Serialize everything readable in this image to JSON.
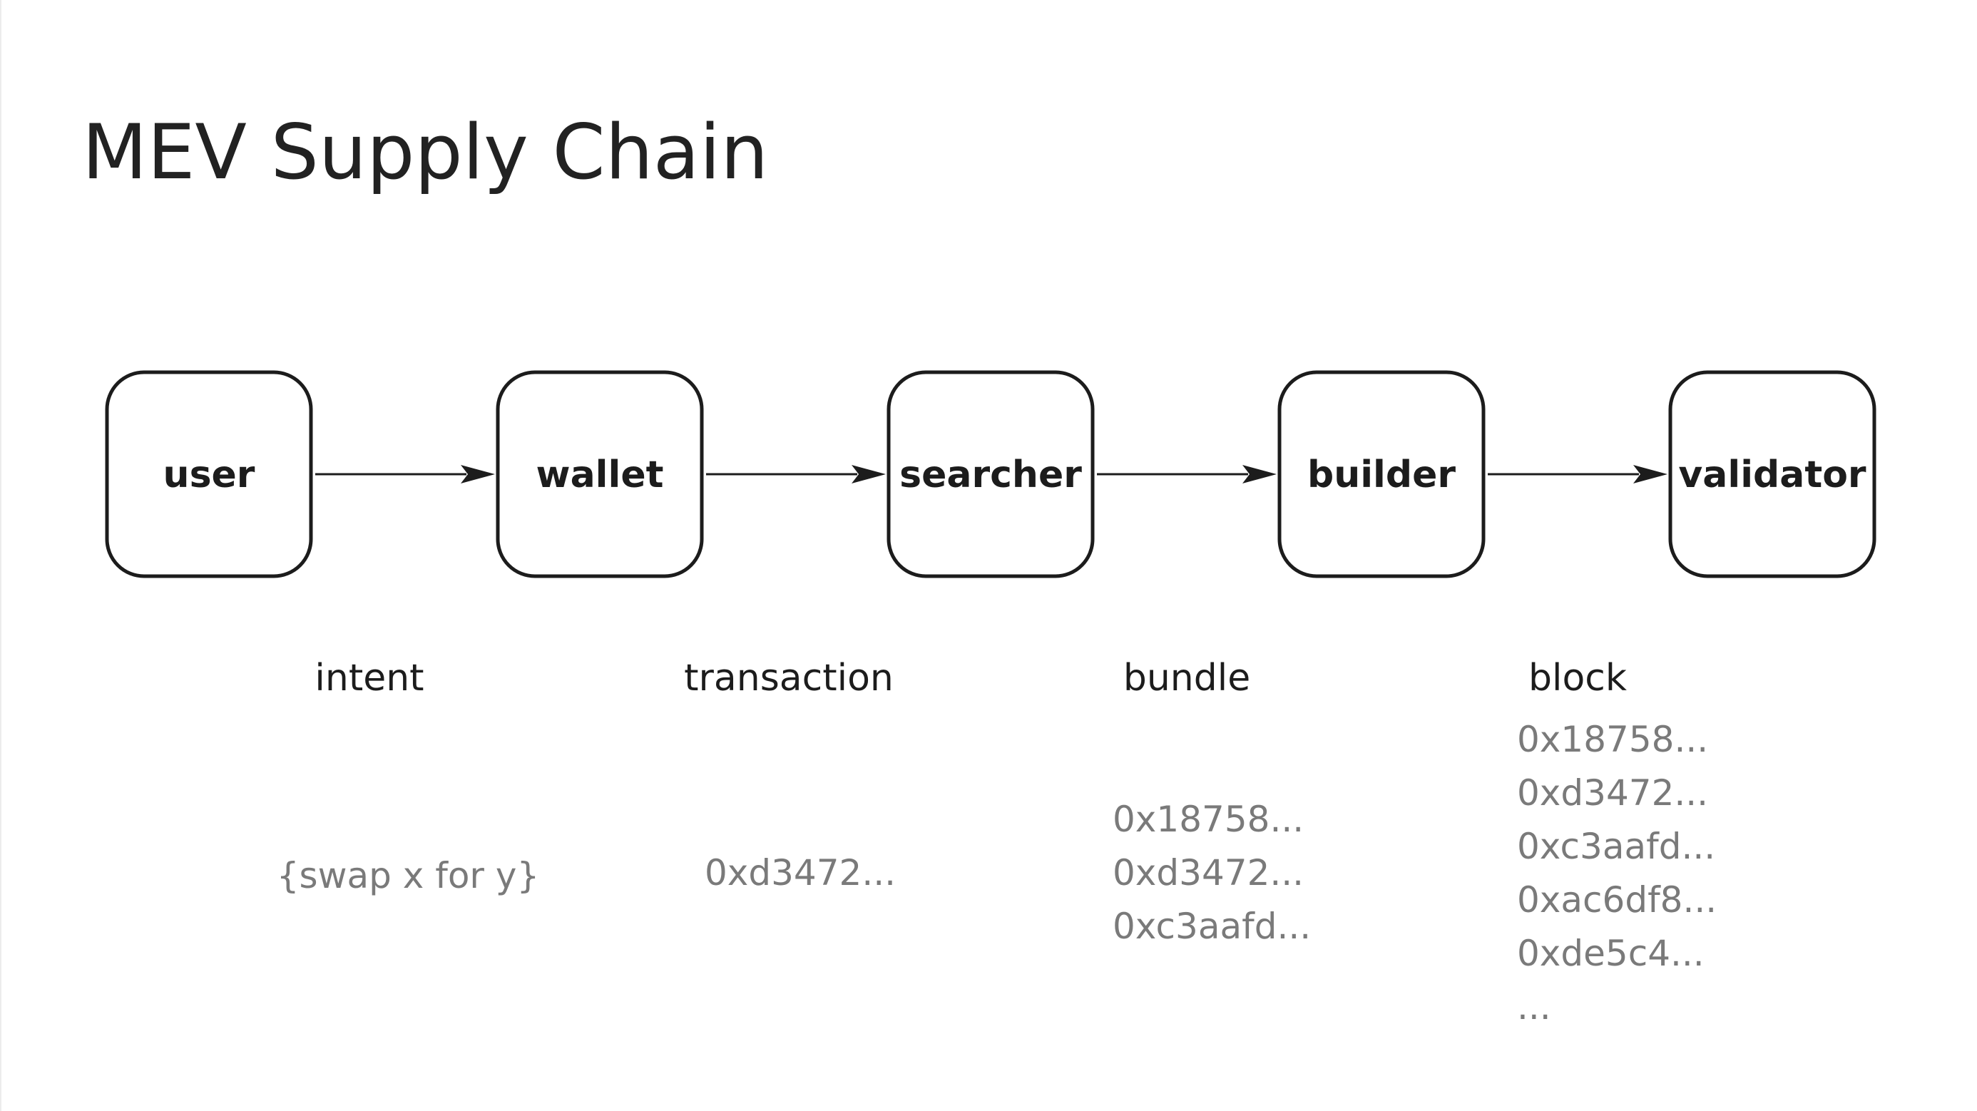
{
  "title": "MEV Supply Chain",
  "nodes": [
    {
      "id": "user",
      "label": "user"
    },
    {
      "id": "wallet",
      "label": "wallet"
    },
    {
      "id": "searcher",
      "label": "searcher"
    },
    {
      "id": "builder",
      "label": "builder"
    },
    {
      "id": "validator",
      "label": "validator"
    }
  ],
  "edges": [
    {
      "from": "user",
      "to": "wallet",
      "label": "intent",
      "payload": [
        "{swap x for y}"
      ]
    },
    {
      "from": "wallet",
      "to": "searcher",
      "label": "transaction",
      "payload": [
        "0xd3472..."
      ]
    },
    {
      "from": "searcher",
      "to": "builder",
      "label": "bundle",
      "payload": [
        "0x18758...",
        "0xd3472...",
        "0xc3aafd..."
      ]
    },
    {
      "from": "builder",
      "to": "validator",
      "label": "block",
      "payload": [
        "0x18758...",
        "0xd3472...",
        "0xc3aafd...",
        "0xac6df8...",
        "0xde5c4...",
        "..."
      ]
    }
  ],
  "colors": {
    "stroke": "#1c1c1c",
    "payload_text": "#7a7a7a",
    "background": "#ffffff"
  }
}
